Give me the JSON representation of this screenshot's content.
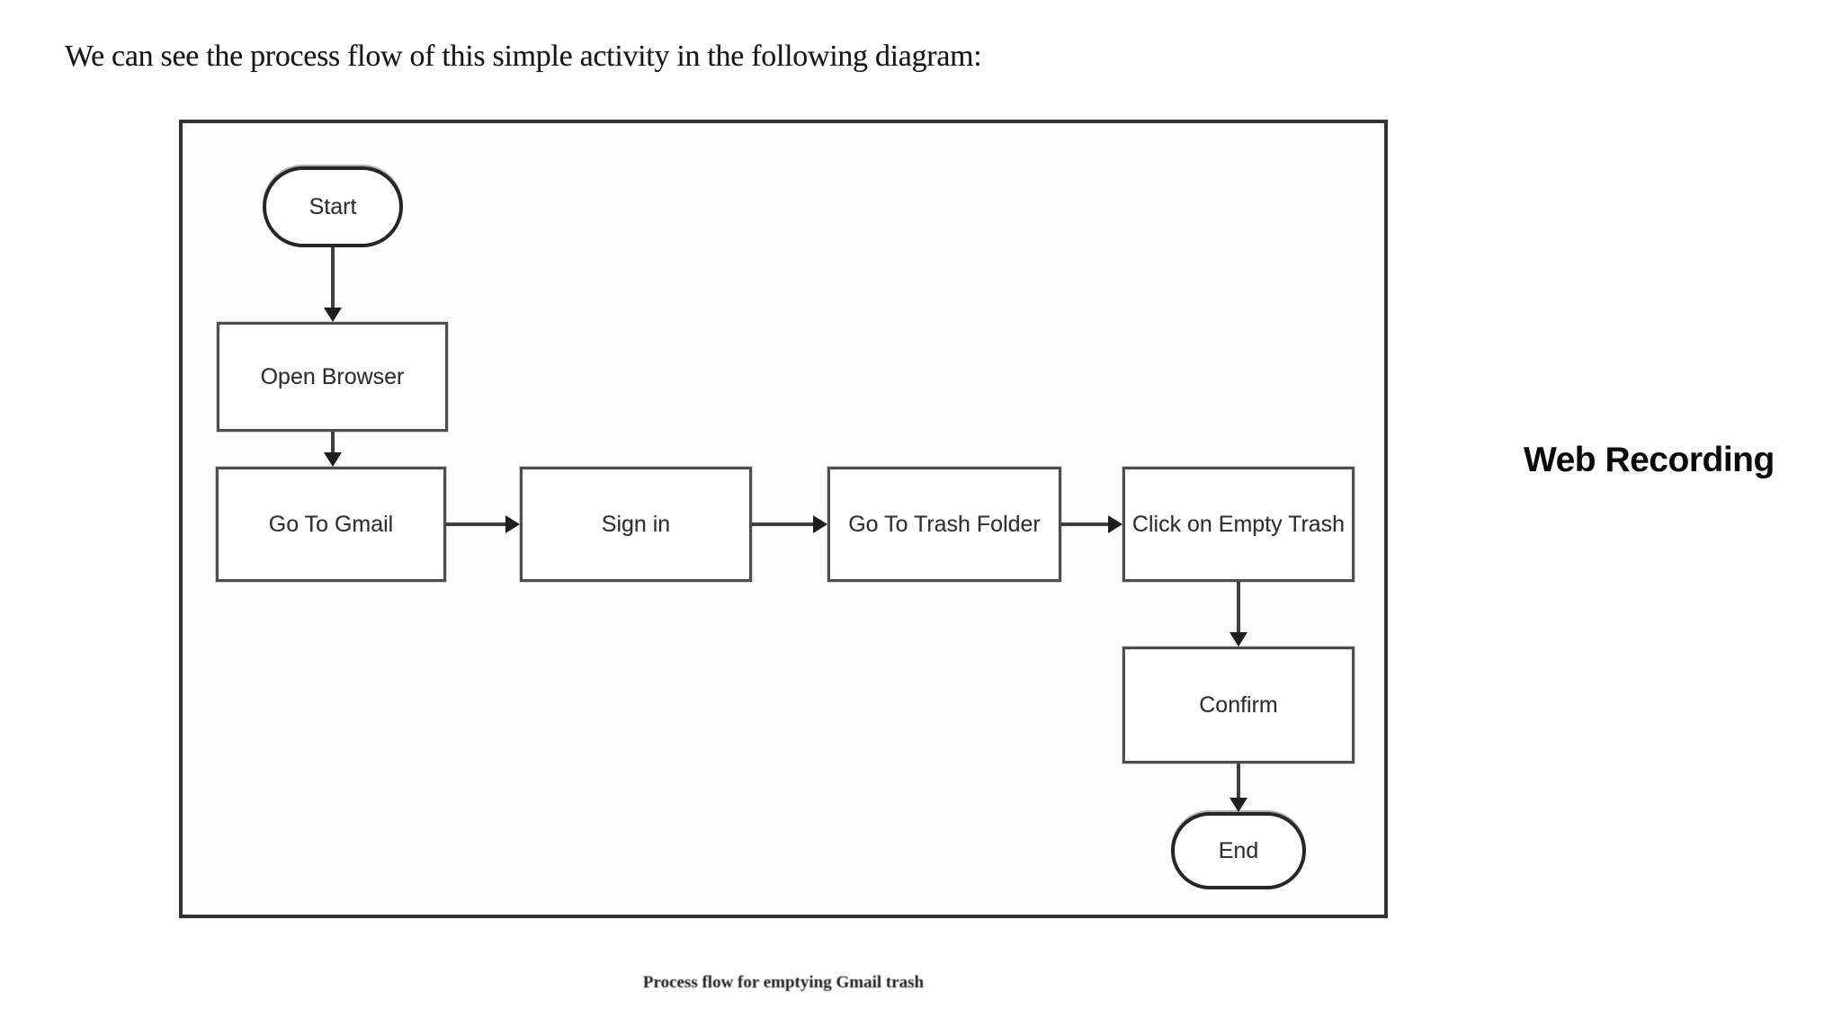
{
  "page": {
    "intro_text": "We can see the process flow of this simple activity in the following diagram:",
    "side_heading": "Web Recording",
    "caption": "Process flow for emptying Gmail trash"
  },
  "diagram": {
    "type": "flowchart",
    "title": "Process flow for emptying Gmail trash",
    "nodes": [
      {
        "id": "start",
        "shape": "terminator",
        "label": "Start"
      },
      {
        "id": "open-browser",
        "shape": "process",
        "label": "Open Browser"
      },
      {
        "id": "go-to-gmail",
        "shape": "process",
        "label": "Go To Gmail"
      },
      {
        "id": "sign-in",
        "shape": "process",
        "label": "Sign in"
      },
      {
        "id": "go-to-trash-folder",
        "shape": "process",
        "label": "Go To Trash Folder"
      },
      {
        "id": "click-on-empty-trash",
        "shape": "process",
        "label": "Click on Empty Trash"
      },
      {
        "id": "confirm",
        "shape": "process",
        "label": "Confirm"
      },
      {
        "id": "end",
        "shape": "terminator",
        "label": "End"
      }
    ],
    "edges": [
      {
        "from": "start",
        "to": "open-browser"
      },
      {
        "from": "open-browser",
        "to": "go-to-gmail"
      },
      {
        "from": "go-to-gmail",
        "to": "sign-in"
      },
      {
        "from": "sign-in",
        "to": "go-to-trash-folder"
      },
      {
        "from": "go-to-trash-folder",
        "to": "click-on-empty-trash"
      },
      {
        "from": "click-on-empty-trash",
        "to": "confirm"
      },
      {
        "from": "confirm",
        "to": "end"
      }
    ],
    "colors": {
      "line": "#3f3f3f",
      "arrowhead": "#1e1e1e",
      "process_border": "#4e4e4e",
      "terminator_border": "#262626",
      "frame_border": "#323232",
      "node_background": "#ffffff",
      "label_text": "#2f2f2f"
    }
  }
}
